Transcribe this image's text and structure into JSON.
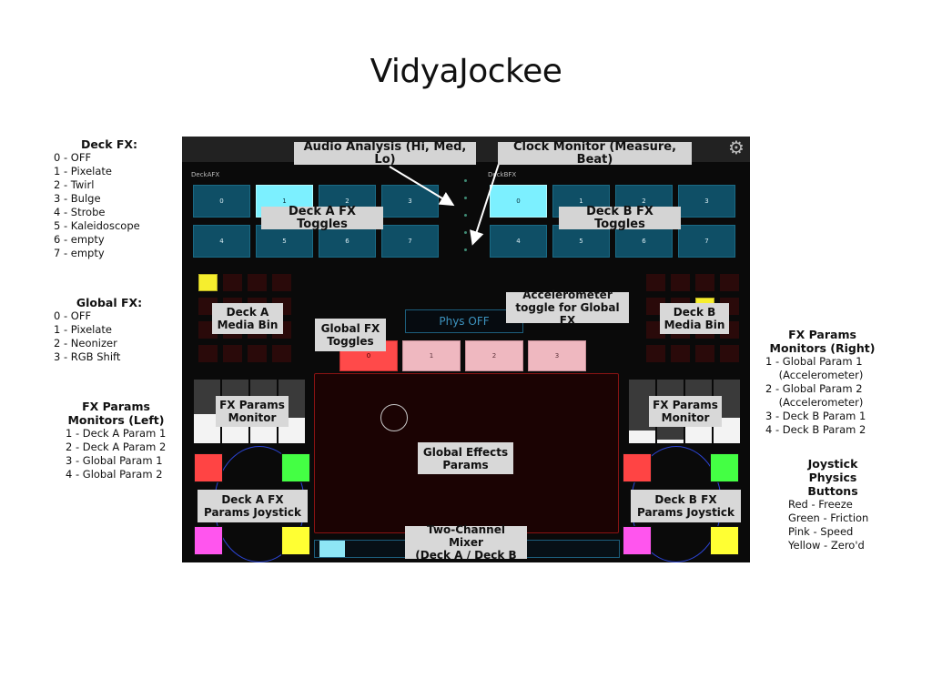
{
  "title": "VidyaJockee",
  "left_notes": {
    "deck_fx": {
      "heading": "Deck FX:",
      "items": [
        "0 - OFF",
        "1 - Pixelate",
        "2 - Twirl",
        "3 - Bulge",
        "4 - Strobe",
        "5 - Kaleidoscope",
        "6 - empty",
        "7 - empty"
      ]
    },
    "global_fx": {
      "heading": "Global FX:",
      "items": [
        "0 - OFF",
        "1 - Pixelate",
        "2 - Neonizer",
        "3 - RGB Shift"
      ]
    },
    "params_left": {
      "heading_1": "FX Params",
      "heading_2": "Monitors (Left)",
      "items": [
        "1 - Deck A Param 1",
        "2 - Deck A Param 2",
        "3 - Global Param 1",
        "4 - Global Param 2"
      ]
    }
  },
  "right_notes": {
    "params_right": {
      "heading_1": "FX Params",
      "heading_2": "Monitors (Right)",
      "items": [
        "1 - Global Param 1",
        "    (Accelerometer)",
        "2 - Global Param 2",
        "    (Accelerometer)",
        "3 - Deck B Param 1",
        "4 - Deck B Param 2"
      ]
    },
    "joystick": {
      "heading_1": "Joystick",
      "heading_2": "Physics",
      "heading_3": "Buttons",
      "items": [
        "Red - Freeze",
        "Green - Friction",
        "Pink - Speed",
        "Yellow - Zero'd"
      ]
    }
  },
  "app": {
    "settings_icon": "gear-icon",
    "deck_a_label": "DeckAFX",
    "deck_b_label": "DeckBFX",
    "deck_a_buttons": [
      "0",
      "1",
      "2",
      "3",
      "4",
      "5",
      "6",
      "7"
    ],
    "deck_a_active": 1,
    "deck_b_buttons": [
      "0",
      "1",
      "2",
      "3",
      "4",
      "5",
      "6",
      "7"
    ],
    "deck_b_active": 0,
    "phys_label": "Phys OFF",
    "global_buttons": [
      "0",
      "1",
      "2",
      "3"
    ],
    "global_active": 0,
    "colors": {
      "fx_button": "#0f4f66",
      "fx_active": "#7cf0ff",
      "bin_active": "#f6ee2e",
      "global_button": "#efb8c0",
      "global_active": "#ff4a4a",
      "freeze": "#ff4444",
      "friction": "#44ff44",
      "speed": "#ff55ee",
      "zero": "#ffff33"
    },
    "monitor_left_levels": [
      0.45,
      0.4,
      0.4,
      0.4
    ],
    "monitor_right_levels": [
      0.2,
      0.05,
      0.4,
      0.4
    ],
    "crossfader_value": 0.08
  },
  "annotations": {
    "audio": "Audio Analysis (Hi, Med, Lo)",
    "clock": "Clock Monitor (Measure, Beat)",
    "deck_a_toggles": "Deck A FX Toggles",
    "deck_b_toggles": "Deck B FX Toggles",
    "accel_1": "Accelerometer",
    "accel_2": "toggle for Global FX",
    "deck_a_bin_1": "Deck A",
    "deck_a_bin_2": "Media Bin",
    "deck_b_bin_1": "Deck B",
    "deck_b_bin_2": "Media Bin",
    "global_toggles_1": "Global FX",
    "global_toggles_2": "Toggles",
    "monitor_left_1": "FX Params",
    "monitor_left_2": "Monitor",
    "monitor_right_1": "FX Params",
    "monitor_right_2": "Monitor",
    "global_params_1": "Global Effects",
    "global_params_2": "Params",
    "joy_a_1": "Deck A FX",
    "joy_a_2": "Params Joystick",
    "joy_b_1": "Deck B FX",
    "joy_b_2": "Params Joystick",
    "mixer_1": "Two-Channel Mixer",
    "mixer_2": "(Deck A / Deck B"
  }
}
